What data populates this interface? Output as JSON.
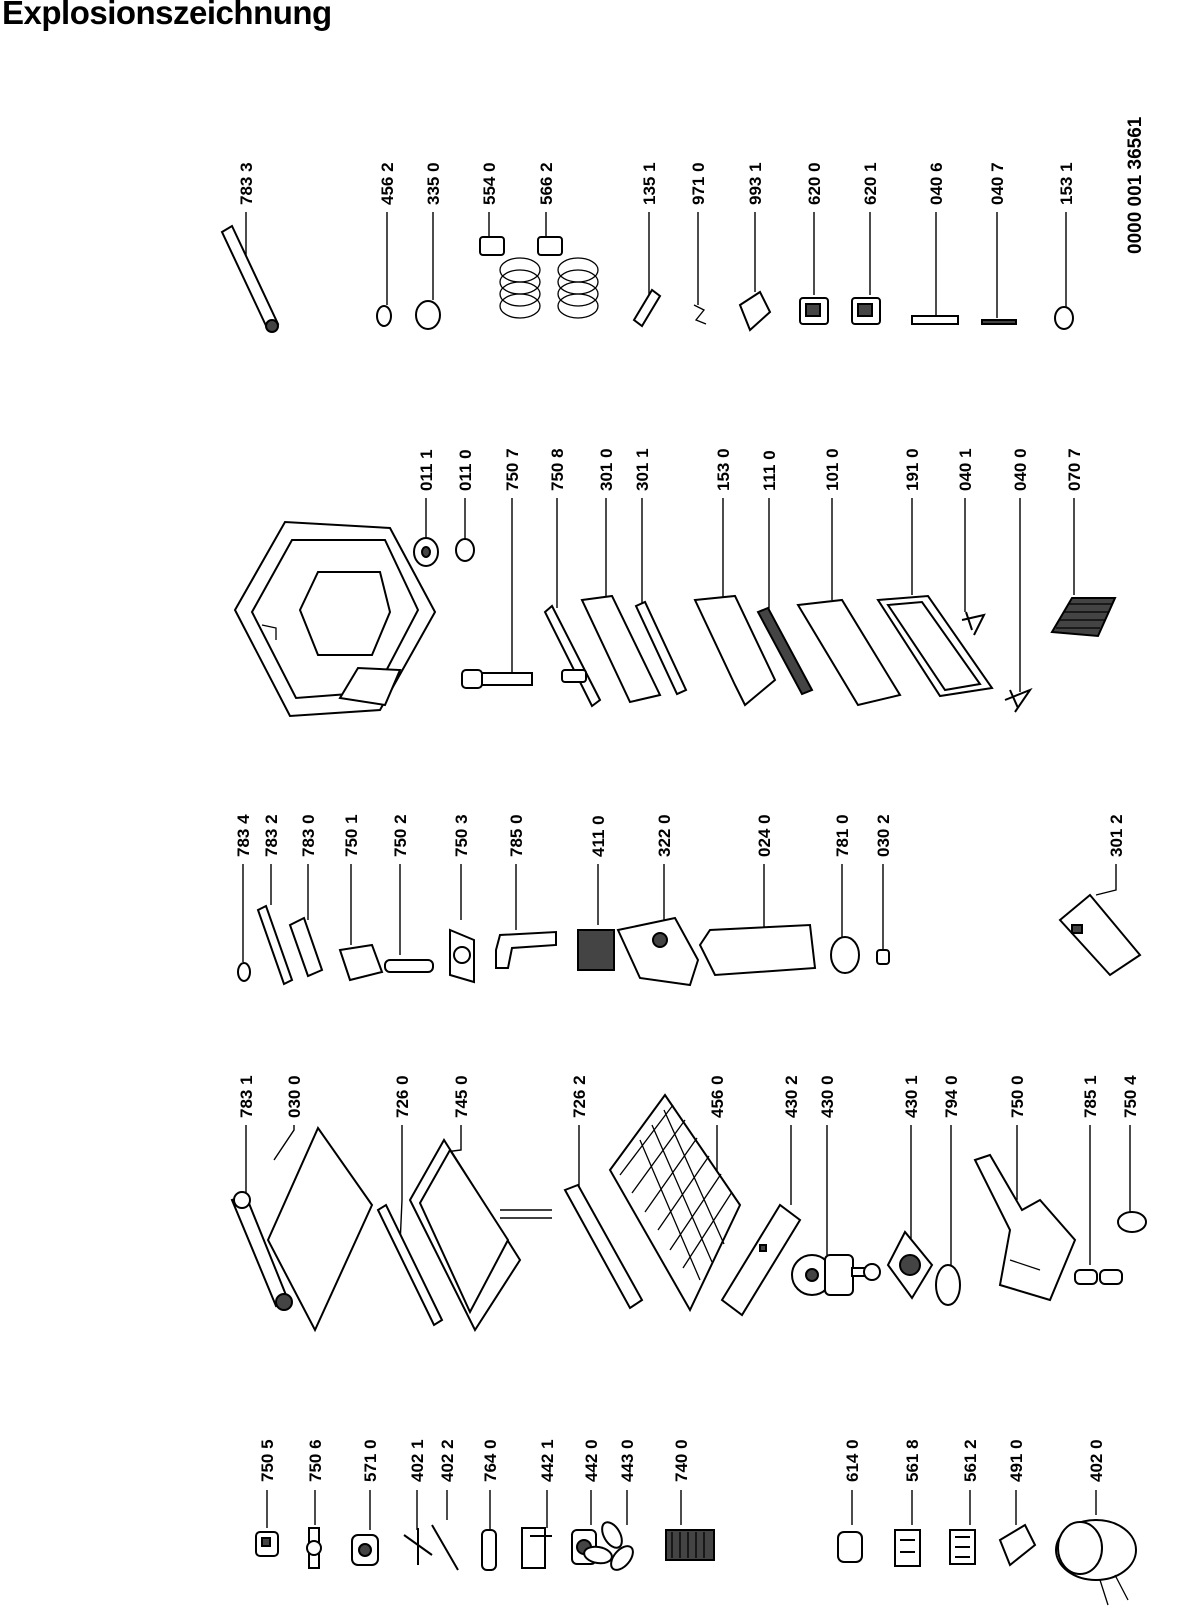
{
  "title": "Explosionszeichnung",
  "document_number": "0000 001 36561",
  "column1": [
    "750 5",
    "750 6",
    "571 0",
    "402 1",
    "402 2",
    "764 0",
    "442 1",
    "442 0",
    "443 0",
    "740 0",
    "614 0",
    "561 8",
    "561 2",
    "491 0",
    "402 0"
  ],
  "column2": [
    "783 1",
    "030 0",
    "726 0",
    "745 0",
    "726 2",
    "456 0",
    "430 2",
    "430 0",
    "430 1",
    "794 0",
    "750 0",
    "785 1",
    "750 4"
  ],
  "column3": [
    "783 4",
    "783 2",
    "783 0",
    "750 1",
    "750 2",
    "750 3",
    "785 0",
    "411 0",
    "322 0",
    "024 0",
    "781 0",
    "030 2",
    "301 2"
  ],
  "column4": [
    "011 1",
    "011 0",
    "750 7",
    "750 8",
    "301 0",
    "301 1",
    "153 0",
    "111 0",
    "101 0",
    "191 0",
    "040 1",
    "040 0",
    "070 7"
  ],
  "column5": [
    "783 3",
    "456 2",
    "335 0",
    "554 0",
    "566 2",
    "135 1",
    "971 0",
    "993 1",
    "620 0",
    "620 1",
    "040 6",
    "040 7",
    "153 1"
  ]
}
